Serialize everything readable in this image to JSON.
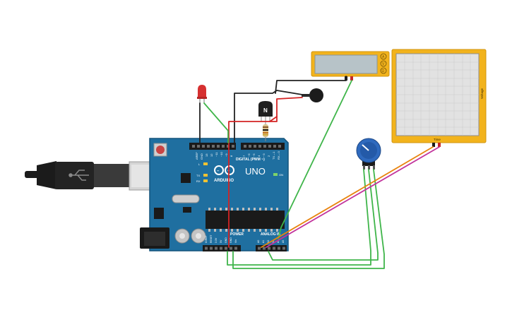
{
  "board": {
    "logo": "UNO",
    "brand": "ARDUINO",
    "on_label": "ON",
    "tx_label": "TX",
    "rx_label": "RX",
    "l_label": "L",
    "digital_label": "DIGITAL (PWM ~)",
    "power_label": "POWER",
    "analog_label": "ANALOG IN",
    "aref": "AREF",
    "gnd_top": "GND",
    "pins_top": [
      "13",
      "12",
      "~11",
      "~10",
      "~9",
      "8",
      "7",
      "~6",
      "~5",
      "4",
      "~3",
      "2",
      "TX→1",
      "RX←0"
    ],
    "pins_power": [
      "IOREF",
      "RESET",
      "3.3V",
      "5V",
      "GND",
      "GND",
      "Vin"
    ],
    "pins_analog": [
      "A0",
      "A1",
      "A2",
      "A3",
      "A4",
      "A5"
    ]
  },
  "multimeter": {
    "buttons": [
      "A",
      "V",
      "Ω"
    ]
  },
  "oscilloscope": {
    "time_label": "Time",
    "voltage_label": "Voltage"
  },
  "transistor": {
    "label": "N"
  },
  "colors": {
    "board": "#1f6fa0",
    "board_dark": "#14547c",
    "instrument": "#f2b31c",
    "wire_red": "#d42323",
    "wire_green": "#3fb54a",
    "wire_black": "#222222",
    "wire_orange": "#e8840e",
    "wire_magenta": "#c2339c"
  }
}
